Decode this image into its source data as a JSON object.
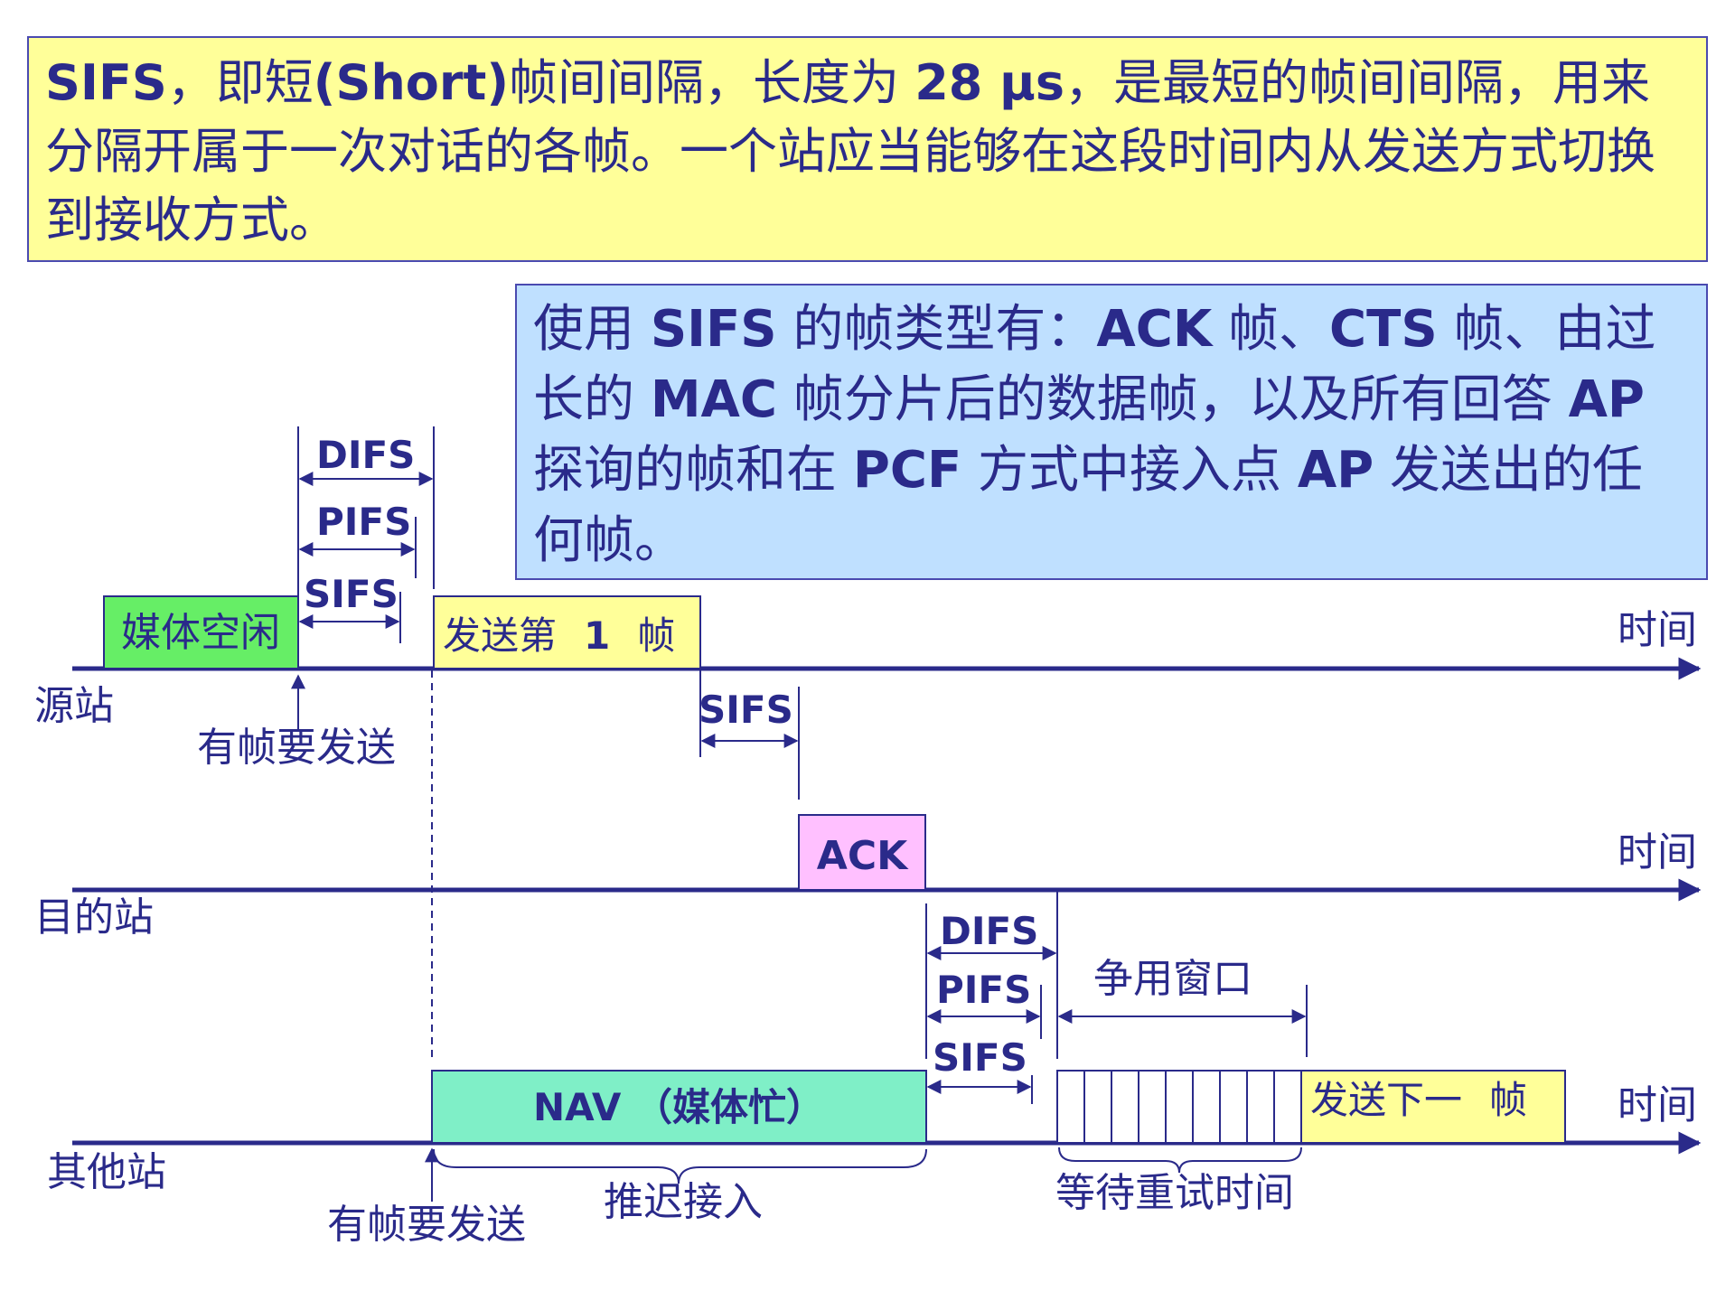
{
  "top_note": {
    "t1": "SIFS",
    "t2": "，即短",
    "t3": "(Short)",
    "t4": "帧间间隔，长度为 ",
    "t5": "28 μs",
    "t6": "，是最短的帧间间隔，用来分隔开属于一次对话的各帧。一个站应当能够在这段时间内从发送方式切换到接收方式。"
  },
  "side_note": {
    "s1": "使用 ",
    "s2": "SIFS",
    "s3": " 的帧类型有：",
    "s4": "ACK",
    "s5": " 帧、",
    "s6": "CTS",
    "s7": " 帧、由过长的 ",
    "s8": "MAC",
    "s9": " 帧分片后的数据帧，以及所有回答 ",
    "s10": "AP",
    "s11": " 探询的帧和在 ",
    "s12": "PCF",
    "s13": " 方式中接入点 ",
    "s14": "AP",
    "s15": " 发送出的任何帧。"
  },
  "stations": {
    "source": "源站",
    "destination": "目的站",
    "others": "其他站"
  },
  "time_label": "时间",
  "blocks": {
    "medium_idle": "媒体空闲",
    "send_frame1_a": "发送第",
    "send_frame1_num": "1",
    "send_frame1_b": "帧",
    "ack": "ACK",
    "nav": "NAV （媒体忙）",
    "send_next_a": "发送下一",
    "send_next_b": "帧"
  },
  "intervals": {
    "difs": "DIFS",
    "pifs": "PIFS",
    "sifs": "SIFS"
  },
  "annotations": {
    "has_frame_source": "有帧要发送",
    "has_frame_others": "有帧要发送",
    "defer_access": "推迟接入",
    "contention_window": "争用窗口",
    "backoff_wait": "等待重试时间"
  },
  "colors": {
    "text": "#2a2a8a",
    "line": "#2a2a8a",
    "yellow": "#ffff99",
    "green": "#66ee66",
    "pink": "#ffc0ff",
    "teal": "#7fefc7",
    "blue_note": "#bfe0ff"
  }
}
